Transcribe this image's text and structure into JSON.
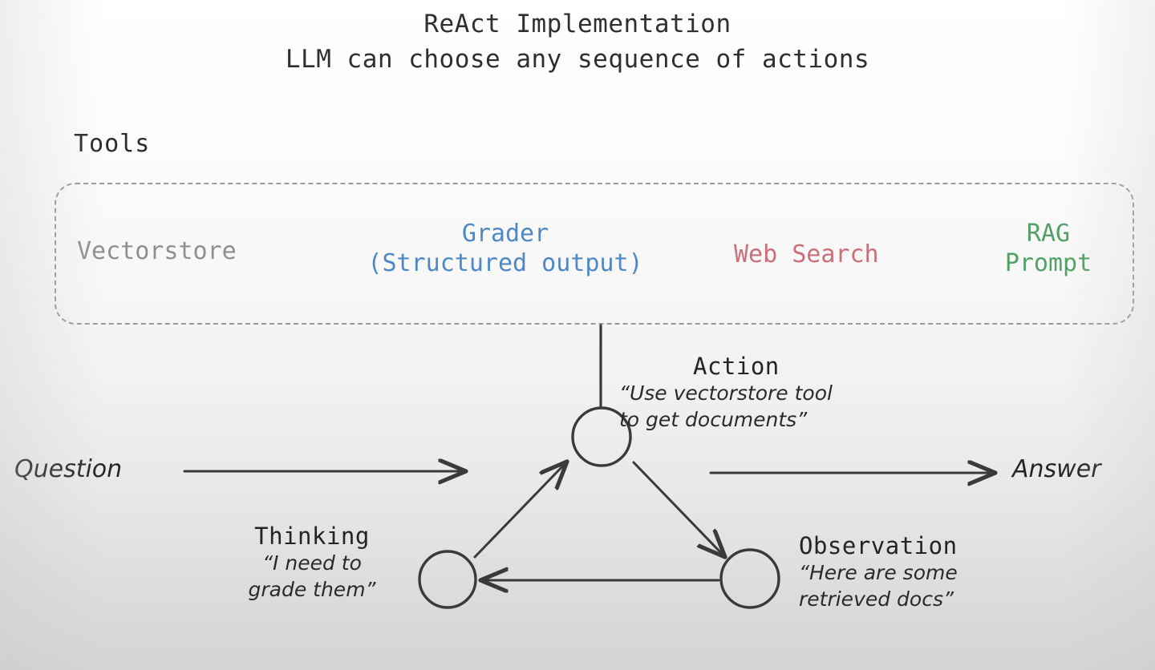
{
  "header": {
    "title_line1": "ReAct Implementation",
    "title_line2": "LLM can choose any sequence of actions"
  },
  "tools_section": {
    "label": "Tools",
    "items": [
      {
        "name": "vectorstore",
        "line1": "Vectorstore",
        "line2": "",
        "color": "#8f8f8f"
      },
      {
        "name": "grader",
        "line1": "Grader",
        "line2": "(Structured output)",
        "color": "#4f88c4"
      },
      {
        "name": "web-search",
        "line1": "Web Search",
        "line2": "",
        "color": "#cb6f79"
      },
      {
        "name": "rag-prompt",
        "line1": "RAG",
        "line2": "Prompt",
        "color": "#54a066"
      }
    ]
  },
  "flow": {
    "input_label": "Question",
    "output_label": "Answer",
    "nodes": [
      {
        "id": "action",
        "title": "Action",
        "quote_line1": "“Use vectorstore tool",
        "quote_line2": "to get documents”"
      },
      {
        "id": "observation",
        "title": "Observation",
        "quote_line1": "“Here are some",
        "quote_line2": "retrieved docs”"
      },
      {
        "id": "thinking",
        "title": "Thinking",
        "quote_line1": "“I need to",
        "quote_line2": "grade them”"
      }
    ]
  },
  "colors": {
    "stroke": "#3a3a3a",
    "dashed_border": "#9a9a9a",
    "background_top": "#ffffff",
    "background_bottom": "#d4d4d4"
  }
}
